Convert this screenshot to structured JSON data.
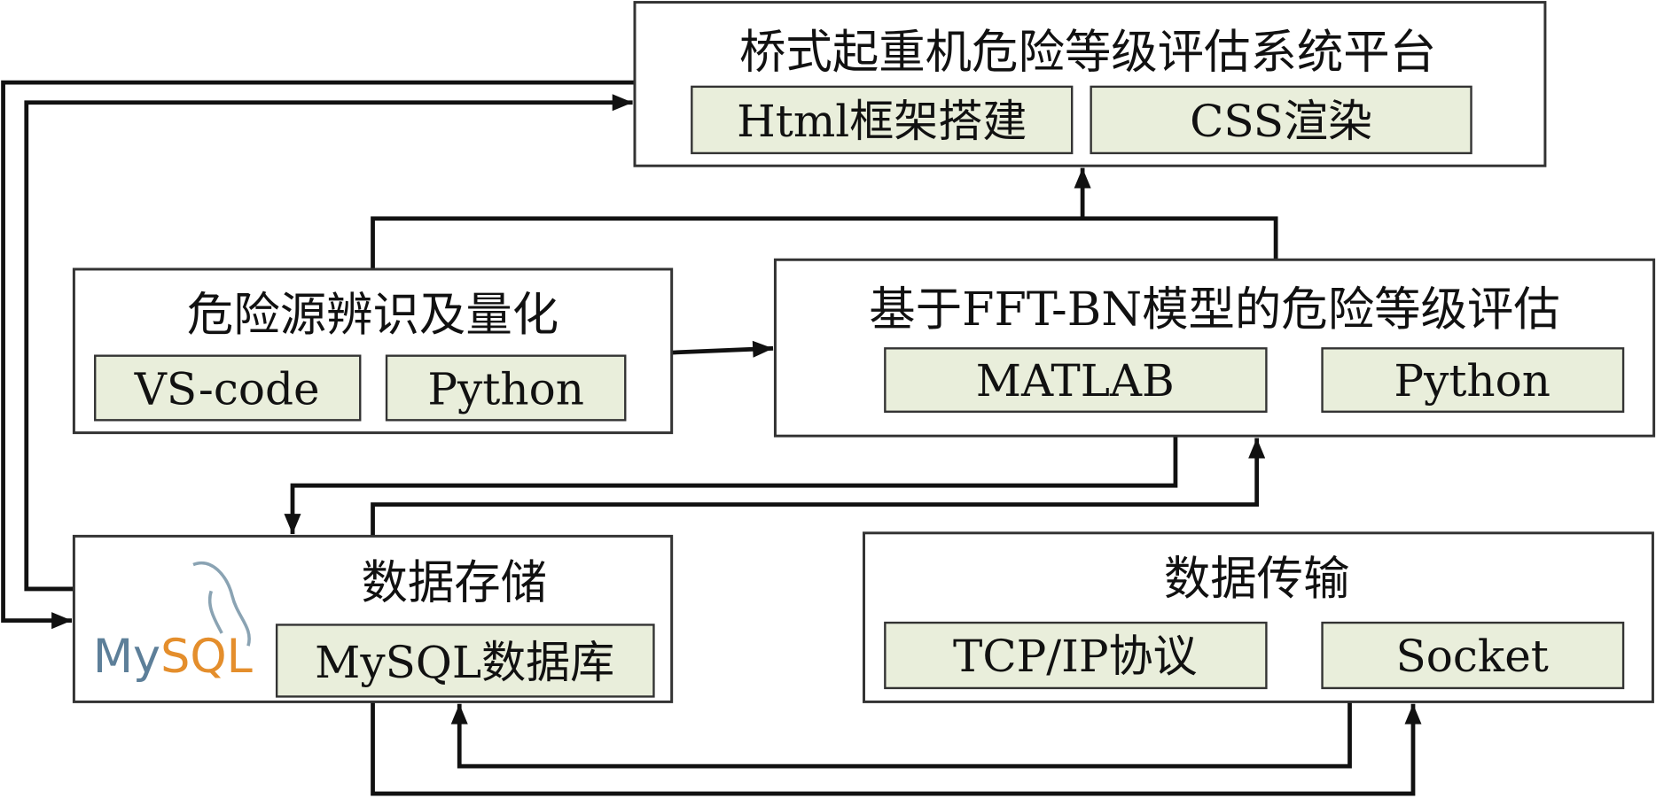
{
  "colors": {
    "sub_box_fill": "#e9eedb",
    "line": "#111111",
    "mysql_blue": "#5d7f99",
    "mysql_orange": "#e48e2c"
  },
  "platform": {
    "title": "桥式起重机危险等级评估系统平台",
    "items": [
      "Html框架搭建",
      "CSS渲染"
    ]
  },
  "hazard": {
    "title": "危险源辨识及量化",
    "items": [
      "VS-code",
      "Python"
    ]
  },
  "assessment": {
    "title": "基于FFT-BN模型的危险等级评估",
    "items": [
      "MATLAB",
      "Python"
    ]
  },
  "storage": {
    "title": "数据存储",
    "items": [
      "MySQL数据库"
    ],
    "logo_text": "MySQL"
  },
  "transfer": {
    "title": "数据传输",
    "items": [
      "TCP/IP协议",
      "Socket"
    ]
  }
}
